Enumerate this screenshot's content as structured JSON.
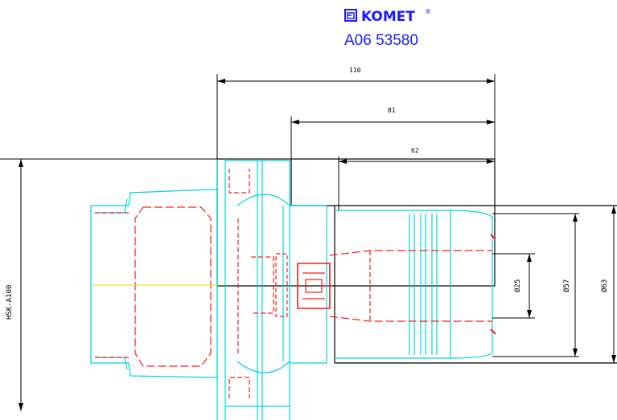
{
  "brand": {
    "name": "KOMET",
    "mark": "®",
    "color": "#1a1aff"
  },
  "part_number": "A06 53580",
  "colors": {
    "outline": "#000000",
    "holder": "#00d4e0",
    "tool": "#ff1a1a",
    "centerline": "#e6e600",
    "text": "#1a1aff"
  },
  "dimensions": {
    "overall_length": "110",
    "b1": "81",
    "b2": "62",
    "shank": "HSK-A100",
    "d_bore": "Ø25",
    "d_body": "Ø57",
    "d_outer": "Ø63"
  }
}
